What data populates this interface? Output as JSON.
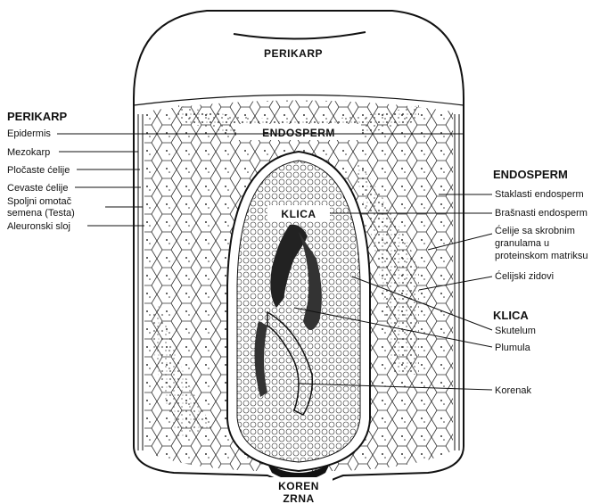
{
  "diagram": {
    "top_label": "PERIKARP",
    "inner": {
      "endosperm": "ENDOSPERM",
      "klica": "KLICA",
      "koren_line1": "KOREN",
      "koren_line2": "ZRNA"
    },
    "left": {
      "header": "PERIKARP",
      "items": [
        "Epidermis",
        "Mezokarp",
        "Pločaste ćelije",
        "Cevaste ćelije",
        "Spoljni omotač",
        "semena (Testa)",
        "Aleuronski sloj"
      ]
    },
    "right_endosperm": {
      "header": "ENDOSPERM",
      "items": [
        "Staklasti endosperm",
        "Brašnasti endosperm",
        "Ćelije sa skrobnim",
        "granulama u",
        "proteinskom matriksu",
        "Ćelijski zidovi"
      ]
    },
    "right_klica": {
      "header": "KLICA",
      "items": [
        "Skutelum",
        "Plumula",
        "Korenak"
      ]
    },
    "colors": {
      "ink": "#111111",
      "background": "#ffffff"
    }
  }
}
